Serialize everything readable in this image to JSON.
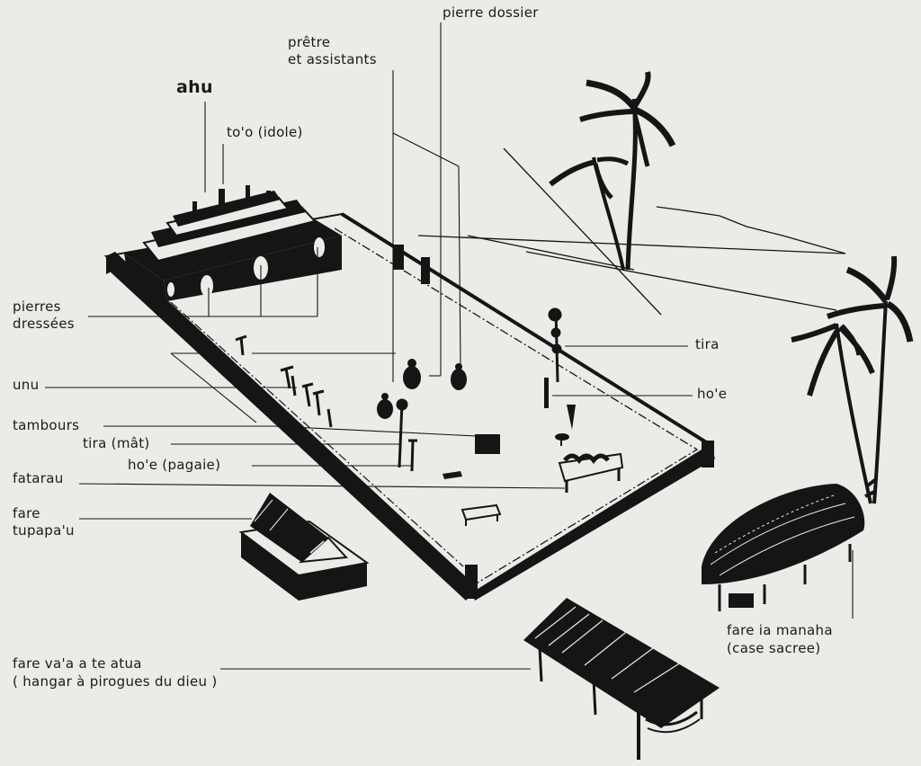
{
  "labels": {
    "pierre_dossier": "pierre dossier",
    "pretre_1": "prêtre",
    "pretre_2": "et assistants",
    "ahu": "ahu",
    "too": "to'o (idole)",
    "pierres_1": "pierres",
    "pierres_2": "dressées",
    "unu": "unu",
    "tambours": "tambours",
    "tira_mat": "tira (mât)",
    "hoe_pagaie": "ho'e (pagaie)",
    "fatarau": "fatarau",
    "fare_1": "fare",
    "fare_2": "tupapa'u",
    "tira": "tira",
    "hoe": "ho'e",
    "manaha_1": "fare ia manaha",
    "manaha_2": "(case sacree)",
    "vaa_1": "fare va'a a te atua",
    "vaa_2": "( hangar à pirogues du dieu )"
  },
  "colors": {
    "ink": "#151515",
    "paper": "#ecebe7"
  }
}
